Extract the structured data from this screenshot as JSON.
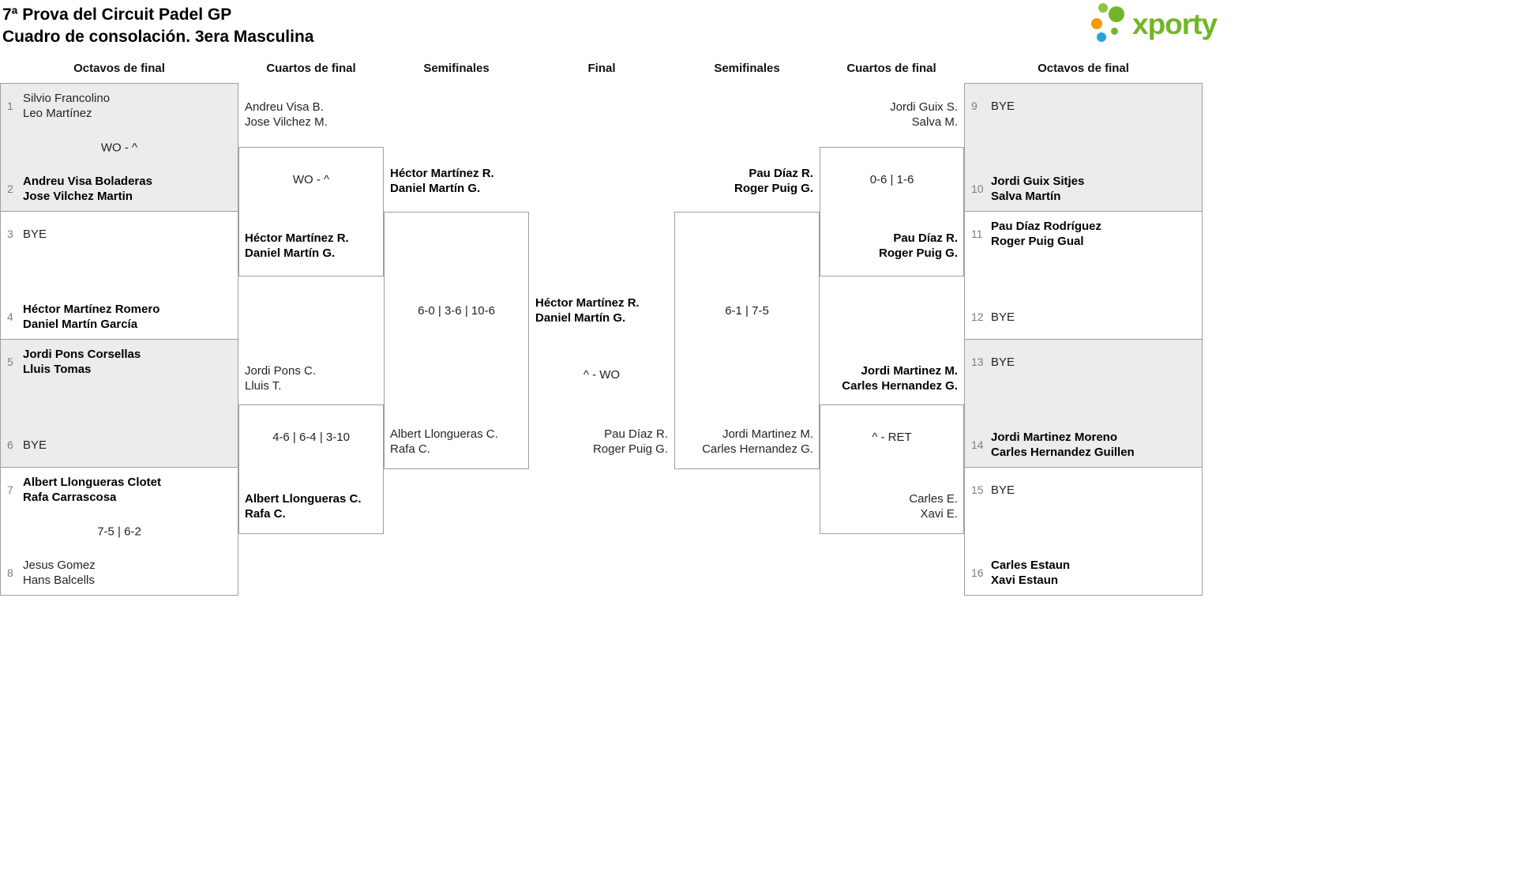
{
  "header": {
    "title_line1": "7ª Prova del Circuit Padel GP",
    "title_line2": "Cuadro de consolación. 3era Masculina"
  },
  "logo": {
    "text": "xporty"
  },
  "round_headers": [
    "Octavos de final",
    "Cuartos de final",
    "Semifinales",
    "Final",
    "Semifinales",
    "Cuartos de final",
    "Octavos de final"
  ],
  "colors": {
    "logo_green": "#72b626",
    "logo_orange": "#f59b00",
    "logo_blue": "#2aa3dc",
    "shaded_cell": "#ececec",
    "border": "#9e9e9e"
  },
  "octavos_left": {
    "m1": {
      "top_seed": "1",
      "top1": "Silvio Francolino",
      "top2": "Leo Martínez",
      "score": "WO - ^",
      "bot_seed": "2",
      "bot1": "Andreu Visa Boladeras",
      "bot2": "Jose Vilchez Martin"
    },
    "m2": {
      "top_seed": "3",
      "top1": "BYE",
      "bot_seed": "4",
      "bot1": "Héctor Martínez Romero",
      "bot2": "Daniel Martín García"
    },
    "m3": {
      "top_seed": "5",
      "top1": "Jordi Pons Corsellas",
      "top2": "Lluis Tomas",
      "bot_seed": "6",
      "bot1": "BYE"
    },
    "m4": {
      "top_seed": "7",
      "top1": "Albert Llongueras Clotet",
      "top2": "Rafa Carrascosa",
      "score": "7-5 | 6-2",
      "bot_seed": "8",
      "bot1": "Jesus Gomez",
      "bot2": "Hans Balcells"
    }
  },
  "cuartos_left": {
    "m1": {
      "top1": "Andreu Visa B.",
      "top2": "Jose Vilchez M.",
      "score": "WO - ^",
      "bot1": "Héctor Martínez R.",
      "bot2": "Daniel Martín G."
    },
    "m2": {
      "top1": "Jordi Pons C.",
      "top2": "Lluis T.",
      "score": "4-6 | 6-4 | 3-10",
      "bot1": "Albert Llongueras C.",
      "bot2": "Rafa C."
    }
  },
  "semis_left": {
    "top1": "Héctor Martínez R.",
    "top2": "Daniel Martín G.",
    "score": "6-0 | 3-6 | 10-6",
    "bot1": "Albert Llongueras C.",
    "bot2": "Rafa C."
  },
  "final": {
    "top1": "Héctor Martínez R.",
    "top2": "Daniel Martín G.",
    "score": "^ - WO",
    "bot1": "Pau Díaz R.",
    "bot2": "Roger Puig G."
  },
  "semis_right": {
    "top1": "Pau Díaz R.",
    "top2": "Roger Puig G.",
    "score": "6-1 | 7-5",
    "bot1": "Jordi Martinez M.",
    "bot2": "Carles Hernandez G."
  },
  "cuartos_right": {
    "m1": {
      "top1": "Jordi Guix S.",
      "top2": "Salva M.",
      "score": "0-6 | 1-6",
      "bot1": "Pau Díaz R.",
      "bot2": "Roger Puig G."
    },
    "m2": {
      "top1": "Jordi Martinez M.",
      "top2": "Carles Hernandez G.",
      "score": "^ - RET",
      "bot1": "Carles E.",
      "bot2": "Xavi E."
    }
  },
  "octavos_right": {
    "m1": {
      "top_seed": "9",
      "top1": "BYE",
      "bot_seed": "10",
      "bot1": "Jordi Guix Sitjes",
      "bot2": "Salva Martín"
    },
    "m2": {
      "top_seed": "11",
      "top1": "Pau Díaz Rodríguez",
      "top2": "Roger Puig Gual",
      "bot_seed": "12",
      "bot1": "BYE"
    },
    "m3": {
      "top_seed": "13",
      "top1": "BYE",
      "bot_seed": "14",
      "bot1": "Jordi Martinez Moreno",
      "bot2": "Carles Hernandez Guillen"
    },
    "m4": {
      "top_seed": "15",
      "top1": "BYE",
      "bot_seed": "16",
      "bot1": "Carles Estaun",
      "bot2": "Xavi Estaun"
    }
  }
}
